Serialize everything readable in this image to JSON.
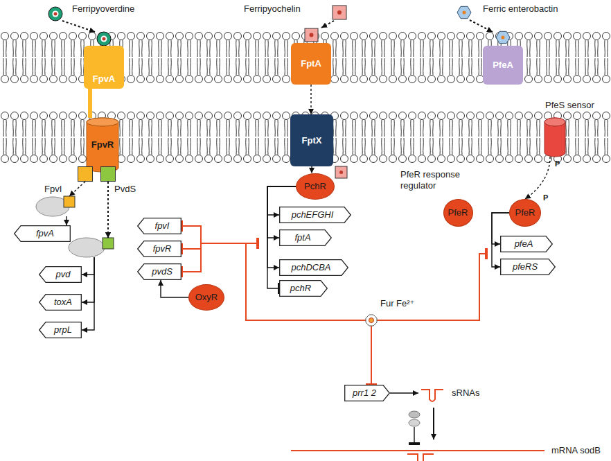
{
  "diagram": {
    "nodes": [
      {
        "text": [
          "FpvA"
        ]
      },
      {
        "text": [
          "FptA"
        ]
      },
      {
        "text": [
          "PfeA"
        ]
      },
      {
        "text": [
          "FpvR"
        ]
      },
      {
        "text": [
          "FptX"
        ]
      },
      {
        "text": [
          "PfeS sensor"
        ]
      },
      {
        "text": [
          "FpvI"
        ]
      },
      {
        "text": [
          "PvdS"
        ]
      },
      {
        "text": [
          "PchR"
        ]
      },
      {
        "text": [
          "PfeR"
        ]
      },
      {
        "text": [
          "PfeR"
        ]
      },
      {
        "text": [
          "fpvA"
        ]
      },
      {
        "text": [
          "pvd"
        ]
      },
      {
        "text": [
          "toxA"
        ]
      },
      {
        "text": [
          "prpL"
        ]
      },
      {
        "text": [
          "fpvI"
        ]
      },
      {
        "text": [
          "fpvR"
        ]
      },
      {
        "text": [
          "pvdS"
        ]
      },
      {
        "text": [
          "OxyR"
        ]
      },
      {
        "text": [
          "pchEFGHI"
        ]
      },
      {
        "text": [
          "fptA"
        ]
      },
      {
        "text": [
          "pchDCBA"
        ]
      },
      {
        "text": [
          "pchR"
        ]
      },
      {
        "text": [
          "pfeA"
        ]
      },
      {
        "text": [
          "pfeRS"
        ]
      },
      {
        "text": [
          "Fur Fe²⁺"
        ]
      },
      {
        "text": [
          "prr1 2"
        ]
      }
    ],
    "edges": [
      {
        "from": 0,
        "to": 3,
        "arrow": "none"
      },
      {
        "from": 1,
        "to": 4,
        "arrow": "to"
      },
      {
        "from": 4,
        "to": 8,
        "arrow": "to"
      },
      {
        "from": 6,
        "to": 11,
        "arrow": "to"
      },
      {
        "from": 7,
        "to": 12,
        "arrow": "to"
      },
      {
        "from": 7,
        "to": 13,
        "arrow": "to"
      },
      {
        "from": 7,
        "to": 14,
        "arrow": "to"
      },
      {
        "from": 8,
        "to": 19,
        "arrow": "to"
      },
      {
        "from": 8,
        "to": 20,
        "arrow": "to"
      },
      {
        "from": 8,
        "to": 21,
        "arrow": "to"
      },
      {
        "from": 8,
        "to": 22,
        "arrow": "to"
      },
      {
        "from": 18,
        "to": 17,
        "arrow": "to"
      },
      {
        "from": 5,
        "to": 10,
        "arrow": "to"
      },
      {
        "from": 10,
        "to": 23,
        "arrow": "to"
      },
      {
        "from": 10,
        "to": 24,
        "arrow": "to"
      },
      {
        "from": 25,
        "to": 15,
        "arrow": "to"
      },
      {
        "from": 25,
        "to": 16,
        "arrow": "to"
      },
      {
        "from": 25,
        "to": 17,
        "arrow": "to"
      },
      {
        "from": 25,
        "to": 26,
        "arrow": "to"
      }
    ],
    "labels": [
      "Ferripyoverdine",
      "Ferripyochelin",
      "Ferric enterobactin",
      "PfeR response regulator",
      "P",
      "P",
      "sRNAs",
      "mRNA sodB"
    ]
  }
}
